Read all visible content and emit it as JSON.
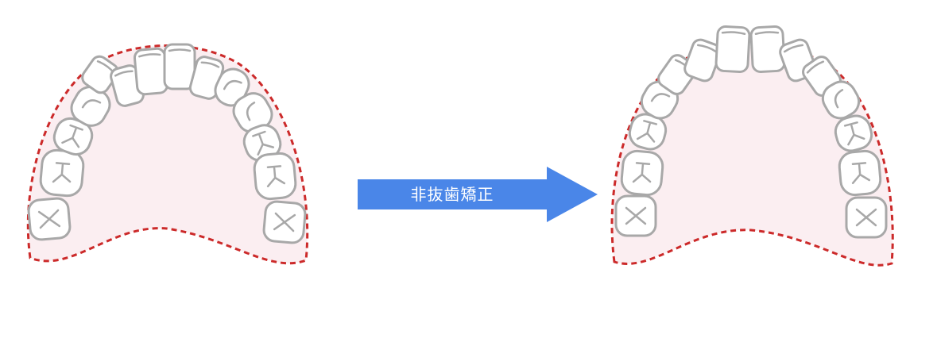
{
  "diagram": {
    "arrow_label": "非抜歯矯正",
    "colors": {
      "arrow": "#4a86e8",
      "outline_dash": "#cc2a2a",
      "palate_fill": "#fbeef1",
      "tooth_stroke": "#a8a8a8"
    },
    "before": {
      "state": "crowded teeth, narrow arch"
    },
    "after": {
      "state": "aligned teeth, expanded arch"
    }
  }
}
